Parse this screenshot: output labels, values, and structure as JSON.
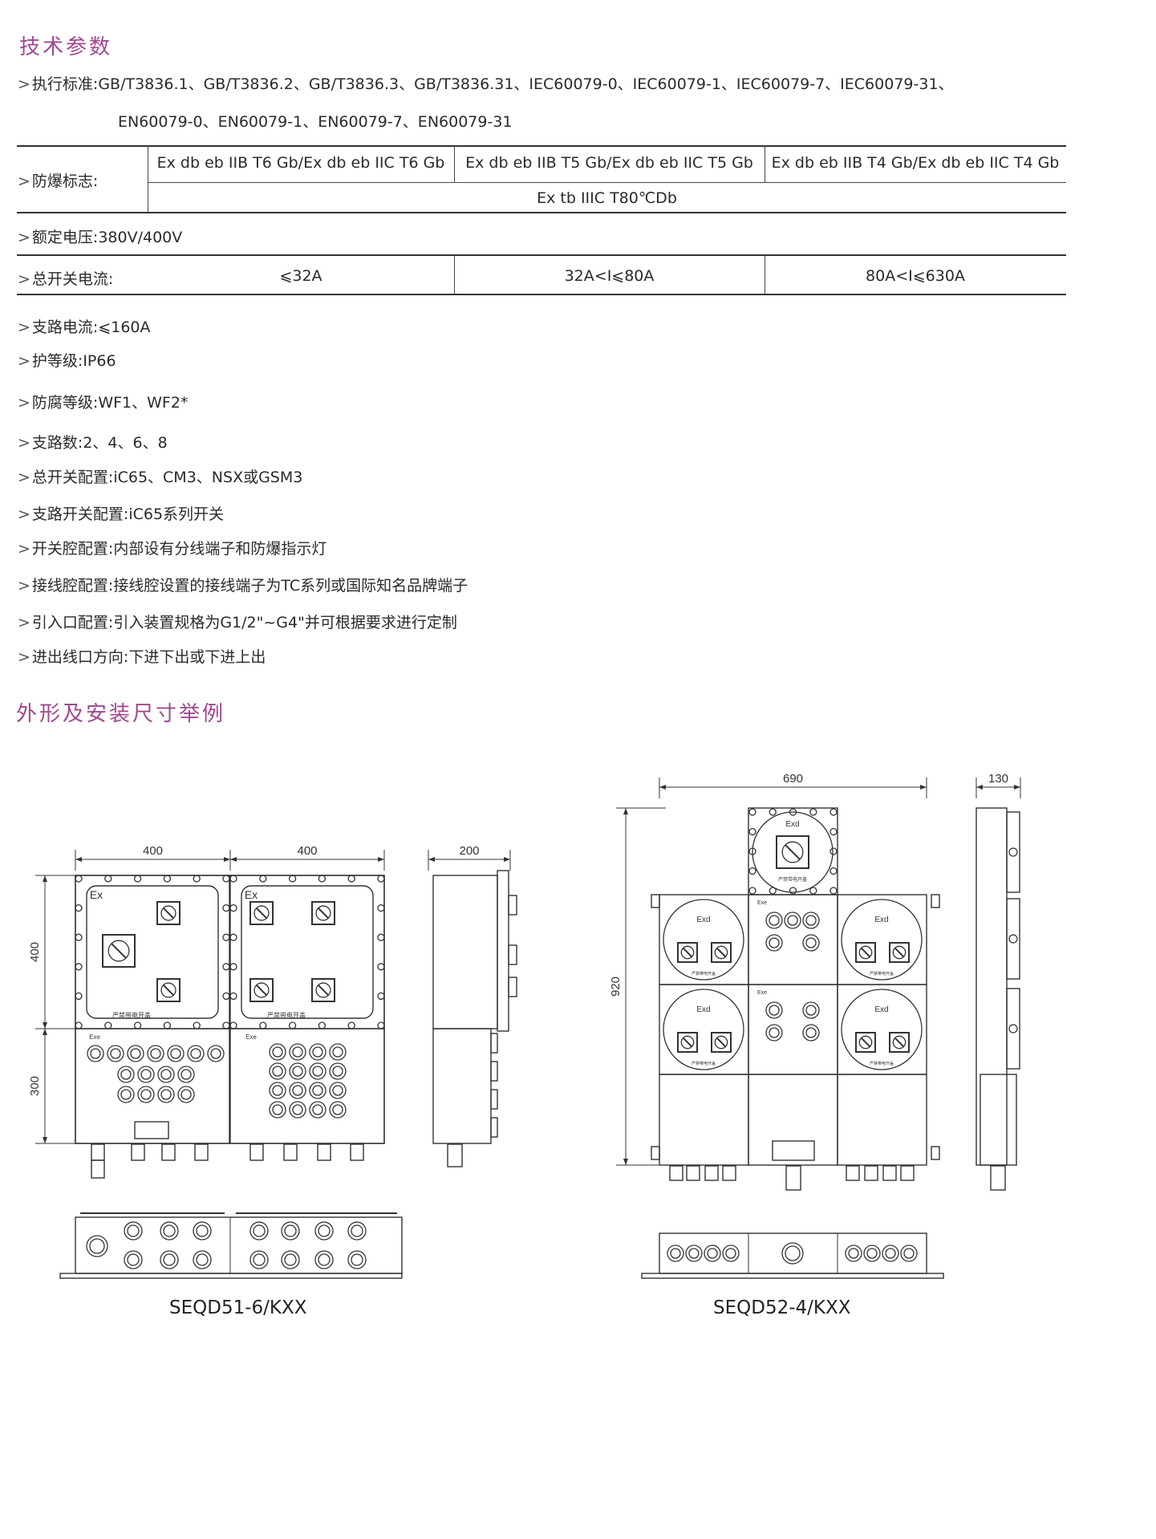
{
  "section1_title": "技术参数",
  "section2_title": "外形及安装尺寸举例",
  "marker": ">",
  "standards": {
    "label": "执行标准:",
    "line1": "GB/T3836.1、GB/T3836.2、GB/T3836.3、GB/T3836.31、IEC60079-0、IEC60079-1、IEC60079-7、IEC60079-31、",
    "line2": "EN60079-0、EN60079-1、EN60079-7、EN60079-31"
  },
  "ex_marking": {
    "label": "防爆标志:",
    "gas": [
      "Ex db eb IIB T6 Gb/Ex db eb IIC T6 Gb",
      "Ex db eb IIB T5 Gb/Ex db eb IIC T5 Gb",
      "Ex db eb IIB T4 Gb/Ex db eb IIC T4 Gb"
    ],
    "dust": "Ex tb IIIC T80℃Db"
  },
  "voltage": "额定电压:380V/400V",
  "main_current": {
    "label": "总开关电流:",
    "values": [
      "⩽32A",
      "32A<I⩽80A",
      "80A<I⩽630A"
    ]
  },
  "specs": [
    "支路电流:⩽160A",
    "护等级:IP66",
    "防腐等级:WF1、WF2*",
    "支路数:2、4、6、8",
    "总开关配置:iC65、CM3、NSX或GSM3",
    "支路开关配置:iC65系列开关",
    "开关腔配置:内部设有分线端子和防爆指示灯",
    "接线腔配置:接线腔设置的接线端子为TC系列或国际知名品牌端子",
    "引入口配置:引入装置规格为G1/2\"~G4\"并可根据要求进行定制",
    "进出线口方向:下进下出或下进上出"
  ],
  "drawings": {
    "left": {
      "caption": "SEQD51-6/KXX",
      "dim_w1": "400",
      "dim_w2": "400",
      "dim_depth": "200",
      "dim_h1": "400",
      "dim_h2": "300",
      "ex": "Ex",
      "exe": "Exe",
      "warning": "严禁带电开盖"
    },
    "right": {
      "caption": "SEQD52-4/KXX",
      "dim_w": "690",
      "dim_depth": "130",
      "dim_h": "920",
      "exd": "Exd",
      "exe": "Exe",
      "warning": "严禁带电开盖"
    }
  }
}
